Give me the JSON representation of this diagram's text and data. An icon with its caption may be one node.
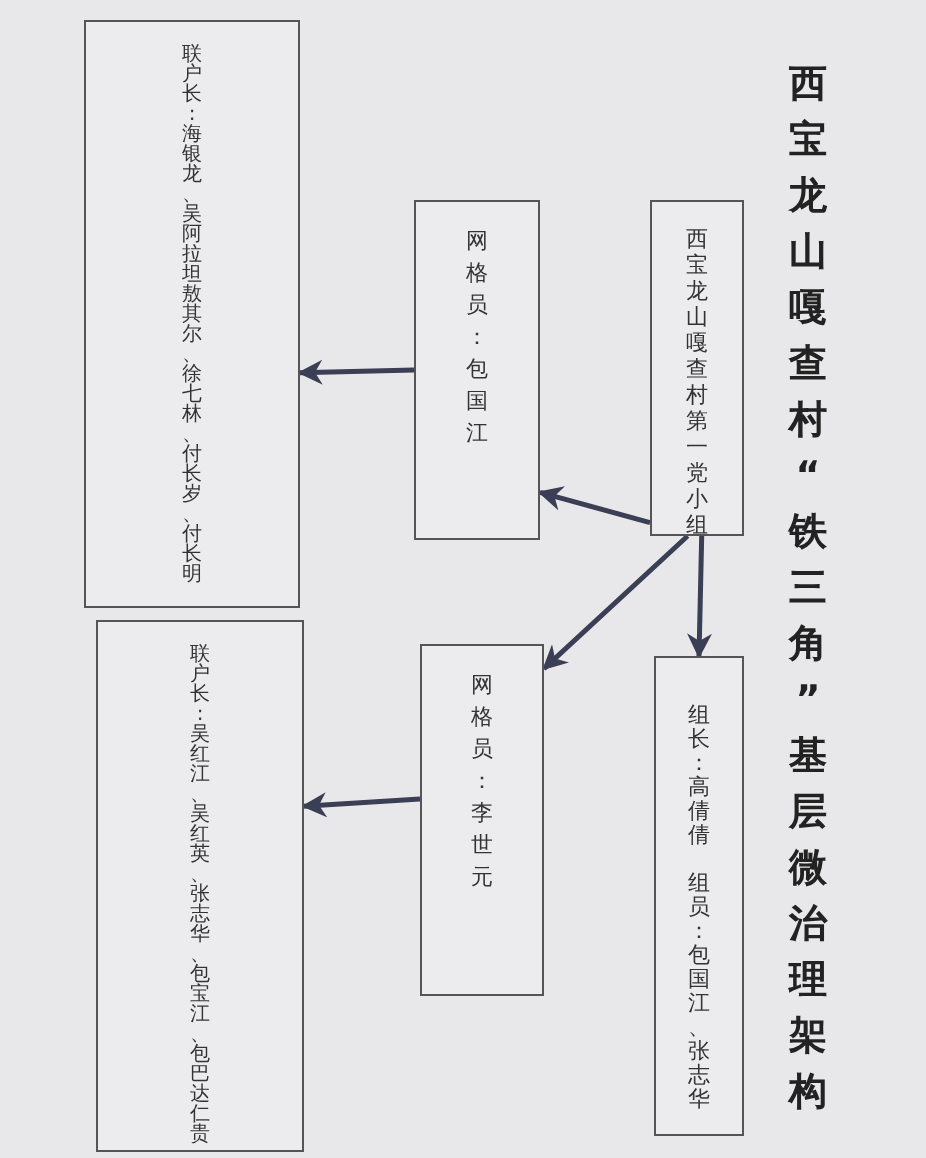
{
  "diagram": {
    "title": "西宝龙山嘎查村“铁三角”基层微治理架构",
    "nodes": [
      {
        "text": [
          "西宝龙山嘎查村第一党小组"
        ]
      },
      {
        "text": [
          "组长：高倩倩",
          "组员：包国江、张志华"
        ]
      },
      {
        "text": [
          "网格员：包国江"
        ]
      },
      {
        "text": [
          "网格员：李世元"
        ]
      },
      {
        "text": [
          "联户长:海银龙、吴阿拉坦敖其尔、徐七林、付长岁、付长明"
        ]
      },
      {
        "text": [
          "联户长:吴红江、吴红英、张志华、包宝江、包巴达仁贵"
        ]
      }
    ],
    "edges": [
      {
        "from": 0,
        "to": 1,
        "arrow": "to"
      },
      {
        "from": 0,
        "to": 2,
        "arrow": "to"
      },
      {
        "from": 0,
        "to": 3,
        "arrow": "to"
      },
      {
        "from": 2,
        "to": 4,
        "arrow": "to"
      },
      {
        "from": 3,
        "to": 5,
        "arrow": "to"
      }
    ]
  }
}
